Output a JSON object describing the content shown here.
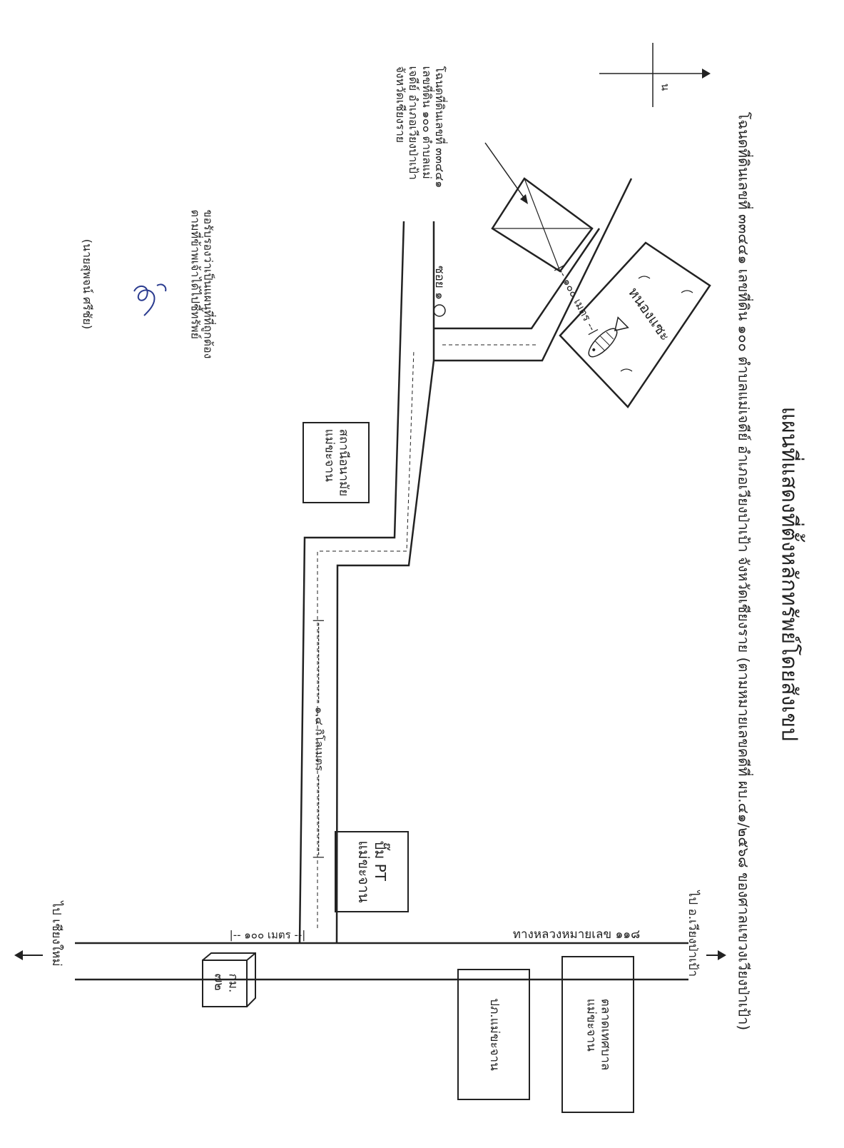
{
  "map": {
    "title": "แผนที่แสดงที่ตั้งหลักทรัพย์โดยสังเขป",
    "subtitle": "โฉนดที่ดินเลขที่ ๓๓๔๔๑ เลขที่ดิน ๑๐๐ ตำบลแม่เจดีย์ อำเภอเวียงป่าเป้า จังหวัดเชียงราย (ตามหมายเลขคดีที่ ผบ.๔๑/๒๕๖๘ ของศาลแขวงเวียงป่าเป้า)",
    "north_label": "น",
    "highway_label": "ทางหลวงหมายเลข ๑๑๘",
    "distance_highway": "|-- ๑๐๐ เมตร --|",
    "distance_road": "|--------------------- ๑.๔ กิโลเมตร ---------------------|",
    "distance_soi": "|-- ๑๐๐ เมตร --|",
    "soi_label": "ซอย ๑",
    "to_chiangmai": "ไป เชียงใหม่",
    "to_wiang": "ไป อ.เวียงป่าเป้า",
    "places": {
      "kfc_shop": "กม.\n๗๒",
      "police": "ปภ.แม่ขะจาน",
      "market": "ตลาดเทศบาล\nแม่ขะจาน",
      "gas_station": "ปั๊ม PT\nแม่ขะจาน",
      "health_station": "สถานีอนามัย\nแม่ขะจาน",
      "pond": "หนองแซะ"
    },
    "property_note": "โฉนดที่ดินเลขที่ ๓๓๔๔๑\nเลขที่ดิน ๑๐๐ ตำบลแม่\nเจดีย์ อำเภอเวียงป่าเป้า\nจังหวัดเชียงราย",
    "certify_note": "ขอรับรองว่าเป็นแผนที่ที่ถูกต้อง\nตามที่ข้าพเจ้าได้ไปชี้ทรัพย์",
    "signer": "(นายสุพจน์ ศรีชัย)"
  }
}
